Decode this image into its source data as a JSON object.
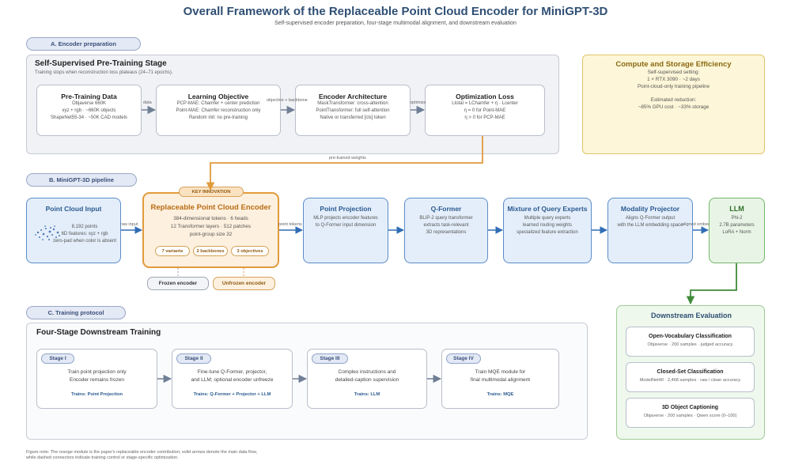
{
  "header": {
    "title": "Overall Framework of the Replaceable Point Cloud Encoder for MiniGPT-3D",
    "subtitle": "Self-supervised encoder preparation, four-stage multimodal alignment, and downstream evaluation"
  },
  "section_a": {
    "label": "A. Encoder preparation",
    "panel_title": "Self-Supervised Pre-Training Stage",
    "panel_note": "Training stops when reconstruction loss plateaus (24–71 epochs).",
    "boxes": [
      {
        "title": "Pre-Training Data",
        "lines": [
          "Objaverse 660K",
          "xyz + rgb · ~660K objects",
          "ShapeNet55-34 · ~50K CAD models"
        ]
      },
      {
        "title": "Learning Objective",
        "lines": [
          "PCP-MAE: Chamfer + center prediction",
          "Point-MAE: Chamfer reconstruction only",
          "Random init: no pre-training"
        ]
      },
      {
        "title": "Encoder Architecture",
        "lines": [
          "MaskTransformer: cross-attention",
          "PointTransformer: full self-attention",
          "Native or transferred [cls] token"
        ]
      },
      {
        "title": "Optimization Loss",
        "lines": [
          "Ltotal = LChamfer + η · Lcenter",
          "η = 0 for Point-MAE",
          "η > 0 for PCP-MAE"
        ]
      }
    ],
    "arrow_labels": {
      "a1": "data",
      "a2": "objective + backbone",
      "a3": "optimize",
      "pretrained": "pre-trained weights"
    }
  },
  "efficiency": {
    "title": "Compute and Storage Efficiency",
    "lines": [
      "Self-supervised setting:",
      "1 × RTX 3090 · ~2 days",
      "Point-cloud-only training pipeline",
      "",
      "Estimated reduction:",
      "~85% GPU cost · ~33% storage"
    ]
  },
  "section_b": {
    "label": "B. MiniGPT-3D pipeline",
    "input": {
      "title": "Point Cloud Input",
      "lines": [
        "8,192 points",
        "6D features: xyz + rgb",
        "zero-pad when color is absent"
      ]
    },
    "encoder": {
      "badge": "KEY INNOVATION",
      "title": "Replaceable Point Cloud Encoder",
      "lines": [
        "384-dimensional tokens · 6 heads",
        "12 Transformer layers · 512 patches",
        "point-group size 32"
      ],
      "tags": [
        "7 variants",
        "2 backbones",
        "3 objectives"
      ],
      "frozen": "Frozen encoder",
      "unfrozen": "Unfrozen encoder"
    },
    "modules": [
      {
        "title": "Point Projection",
        "lines": [
          "MLP projects encoder features",
          "to Q-Former input dimension"
        ]
      },
      {
        "title": "Q-Former",
        "lines": [
          "BLIP-2 query transformer",
          "extracts task-relevant",
          "3D representations"
        ]
      },
      {
        "title": "Mixture of Query Experts",
        "lines": [
          "Multiple query experts",
          "learned routing weights",
          "specialized feature extraction"
        ]
      },
      {
        "title": "Modality Projector",
        "lines": [
          "Aligns Q-Former output",
          "with the LLM embedding space"
        ]
      }
    ],
    "llm": {
      "title": "LLM",
      "lines": [
        "Phi-2",
        "2.7B parameters",
        "LoRA + Norm"
      ]
    },
    "arrow_labels": {
      "input": "raw input",
      "tokens": "point tokens",
      "embed": "aligned embeddings"
    }
  },
  "section_c": {
    "label": "C. Training protocol",
    "panel_title": "Four-Stage Downstream Training",
    "stages": [
      {
        "tag": "Stage I",
        "lines": [
          "Train point projection only",
          "Encoder remains frozen"
        ],
        "trains": "Trains: Point Projection"
      },
      {
        "tag": "Stage II",
        "lines": [
          "Fine-tune Q-Former, projector,",
          "and LLM; optional encoder unfreeze"
        ],
        "trains": "Trains: Q-Former + Projector + LLM"
      },
      {
        "tag": "Stage III",
        "lines": [
          "Complex instructions and",
          "detailed-caption supervision"
        ],
        "trains": "Trains: LLM"
      },
      {
        "tag": "Stage IV",
        "lines": [
          "Train MQE module for",
          "final multimodal alignment"
        ],
        "trains": "Trains: MQE"
      }
    ]
  },
  "downstream": {
    "title": "Downstream Evaluation",
    "items": [
      {
        "title": "Open-Vocabulary Classification",
        "detail": "Objaverse · 200 samples · judged accuracy"
      },
      {
        "title": "Closed-Set Classification",
        "detail": "ModelNet40 · 2,468 samples · raw / clean accuracy"
      },
      {
        "title": "3D Object Captioning",
        "detail": "Objaverse · 200 samples · Qwen score (0–100)"
      }
    ]
  },
  "footnote": [
    "Figure note: The orange module is the paper's replaceable encoder contribution; solid arrows denote the main data flow,",
    "while dashed connectors indicate training control or stage-specific optimization."
  ],
  "colors": {
    "accent_orange": "#e29a3c",
    "pipeline_blue": "#5b8cc8",
    "llm_green": "#73b56a",
    "arrow_grey": "#6f7f96"
  }
}
